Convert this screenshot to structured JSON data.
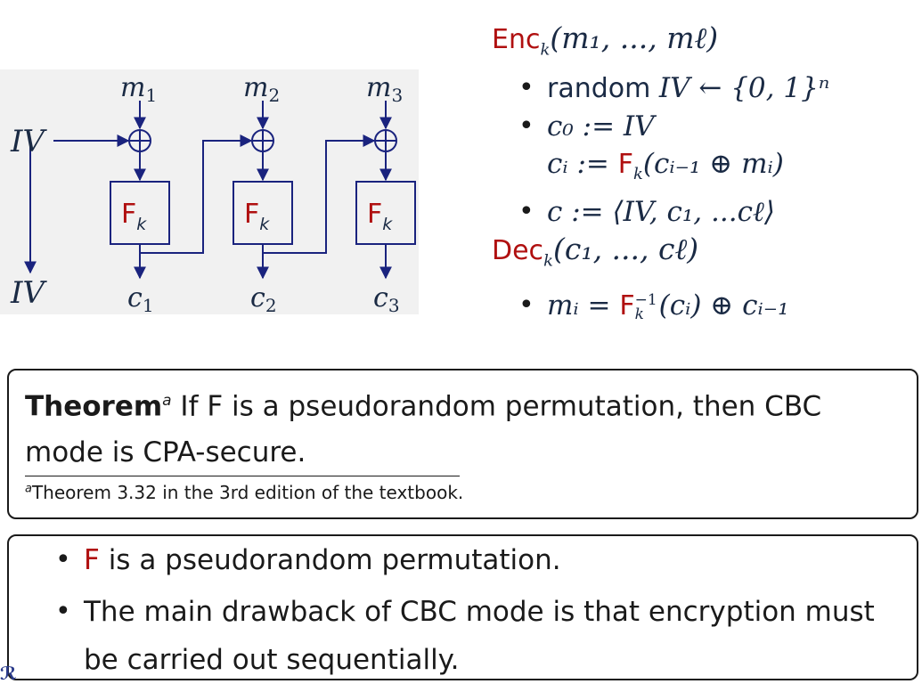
{
  "diagram": {
    "iv_left": "IV",
    "iv_bottom": "IV",
    "inputs": [
      "m1",
      "m2",
      "m3"
    ],
    "outputs": [
      "c1",
      "c2",
      "c3"
    ],
    "block_label": "F",
    "block_sub": "k",
    "xor_symbol": "⊕",
    "colors": {
      "line": "#1a237e",
      "label": "#b01010",
      "text": "#1a2a44",
      "bg": "#f1f1f1"
    }
  },
  "enc": {
    "name": "Enc",
    "sub": "k",
    "args": "(m₁, ..., mℓ)",
    "items": [
      {
        "pre": "random ",
        "math": "IV ← {0, 1}ⁿ"
      },
      {
        "math": "c₀ := IV",
        "cont_pre": "cᵢ := ",
        "cont_F": "F",
        "cont_sub": "k",
        "cont_post": "(cᵢ₋₁ ⊕ mᵢ)"
      },
      {
        "math": "c := ⟨IV, c₁, ...cℓ⟩"
      }
    ]
  },
  "dec": {
    "name": "Dec",
    "sub": "k",
    "args": "(c₁, ..., cℓ)",
    "items": [
      {
        "pre": "mᵢ = ",
        "F": "F",
        "sup": "−1",
        "sub": "k",
        "post": "(cᵢ) ⊕ cᵢ₋₁"
      }
    ]
  },
  "theorem": {
    "label": "Theorem",
    "marker": "a",
    "text": " If F is a pseudorandom permutation, then CBC mode is CPA-secure.",
    "footnote_marker": "a",
    "footnote": "Theorem 3.32 in the 3rd edition of the textbook."
  },
  "bullets": {
    "b1_red": "F",
    "b1_text": " is a pseudorandom permutation.",
    "b2_text": "The main drawback of CBC mode is that encryption must be carried out sequentially."
  },
  "edge_glyph": "ℛ"
}
